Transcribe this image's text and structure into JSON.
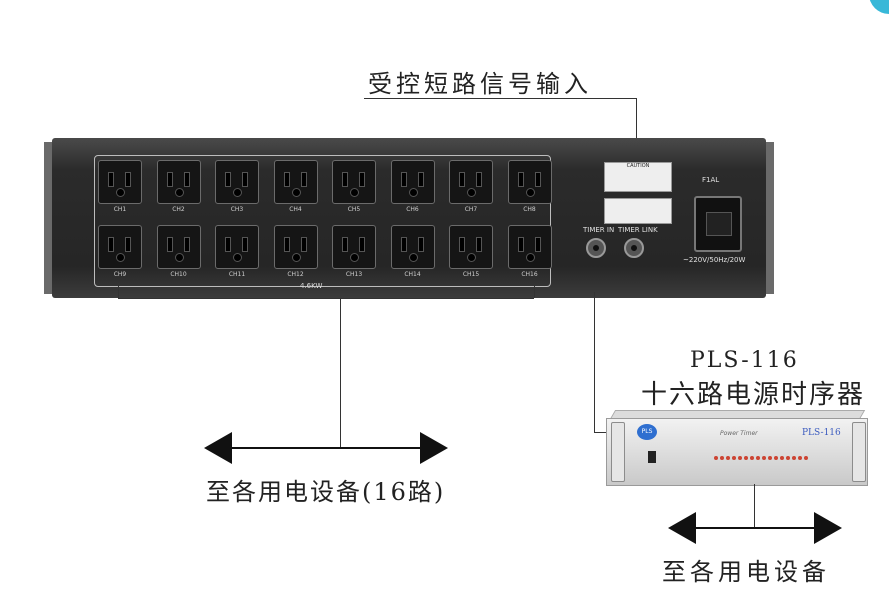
{
  "labels": {
    "controlled_input": "受控短路信号输入",
    "sequencer_model": "PLS-116",
    "sequencer_name": "十六路电源时序器",
    "to_devices_16": "至各用电设备(16路)",
    "to_devices": "至各用电设备"
  },
  "rear_panel": {
    "channels_row1": [
      "CH1",
      "CH2",
      "CH3",
      "CH4",
      "CH5",
      "CH6",
      "CH7",
      "CH8"
    ],
    "channels_row2": [
      "CH9",
      "CH10",
      "CH11",
      "CH12",
      "CH13",
      "CH14",
      "CH15",
      "CH16"
    ],
    "total_power": "4.6KW",
    "caution_label": "CAUTION",
    "timer_in": "TIMER IN",
    "timer_link": "TIMER LINK",
    "fuse": "F1AL",
    "power_rating": "~220V/50Hz/20W"
  },
  "unit": {
    "model_label": "PLS-116",
    "name_label": "Power Timer",
    "logo": "PLS"
  }
}
